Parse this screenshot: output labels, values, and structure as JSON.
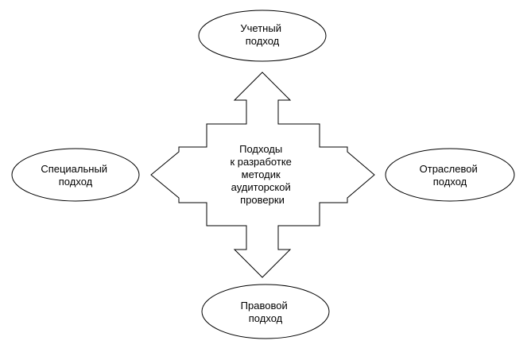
{
  "diagram": {
    "center": {
      "lines": [
        "Подходы",
        "к разработке",
        "методик",
        "аудиторской",
        "проверки"
      ]
    },
    "nodes": {
      "top": {
        "lines": [
          "Учетный",
          "подход"
        ]
      },
      "left": {
        "lines": [
          "Специальный",
          "подход"
        ]
      },
      "right": {
        "lines": [
          "Отраслевой",
          "подход"
        ]
      },
      "bottom": {
        "lines": [
          "Правовой",
          "подход"
        ]
      }
    }
  },
  "colors": {
    "stroke": "#000000",
    "fill": "#ffffff"
  }
}
